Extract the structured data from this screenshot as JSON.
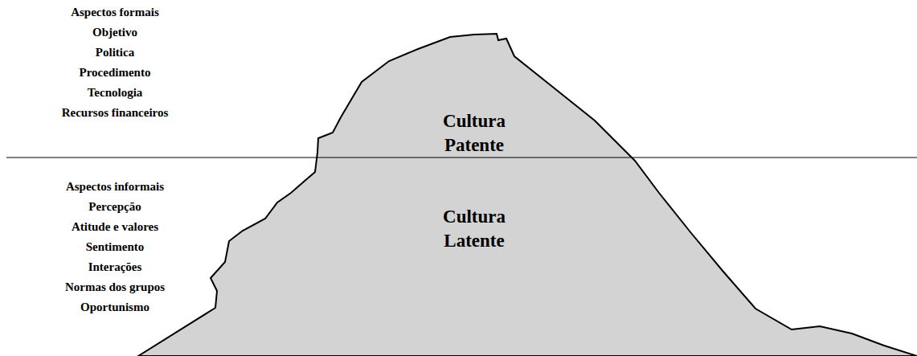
{
  "diagram": {
    "nodes": [
      {
        "text": [
          "Cultura Patente"
        ]
      },
      {
        "text": [
          "Cultura Latente"
        ]
      }
    ],
    "labels": [
      "Aspectos formais",
      "Objetivo",
      "Politica",
      "Procedimento",
      "Tecnologia",
      "Recursos financeiros",
      "Aspectos informais",
      "Percepção",
      "Atitude e valores",
      "Sentimento",
      "Interações",
      "Normas dos grupos",
      "Oportunismo"
    ]
  }
}
